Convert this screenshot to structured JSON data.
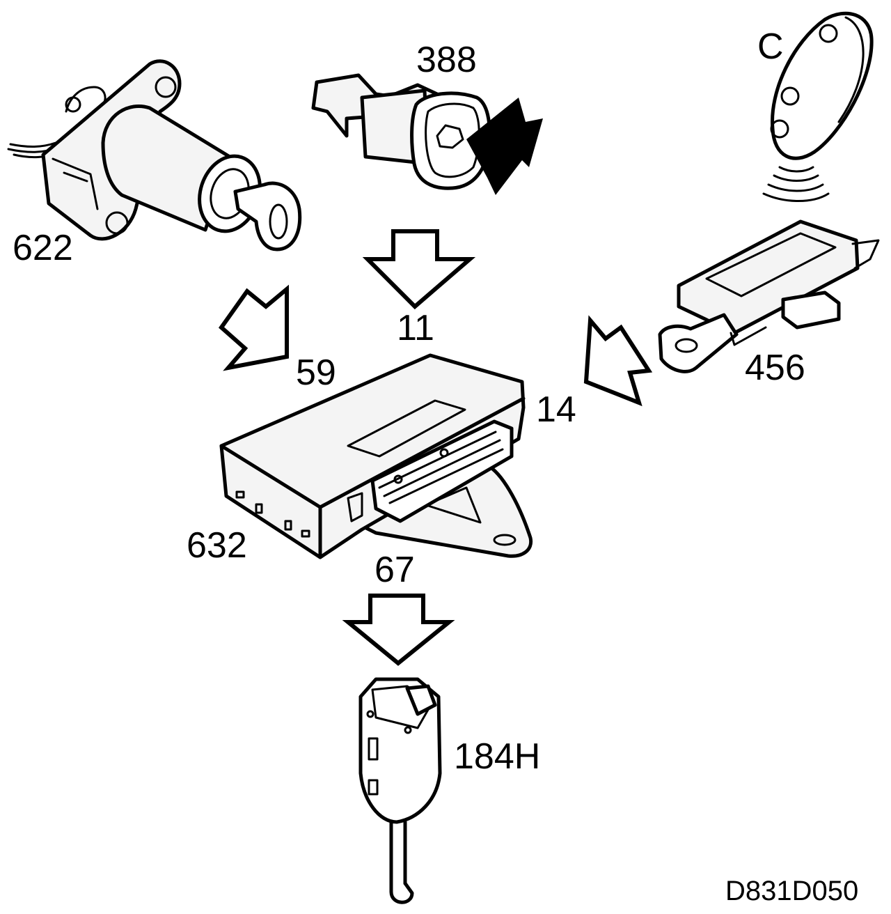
{
  "labels": {
    "ignition_switch": "622",
    "door_lock_button": "388",
    "remote_key": "C",
    "receiver_module": "456",
    "control_unit": "632",
    "connector": "184H",
    "arrow_from_388": "11",
    "arrow_from_622": "59",
    "arrow_from_456": "14",
    "arrow_to_184H": "67"
  },
  "figure_reference": "D831D050",
  "colors": {
    "line": "#000000",
    "background": "#ffffff",
    "fill_light": "#f4f4f4"
  }
}
